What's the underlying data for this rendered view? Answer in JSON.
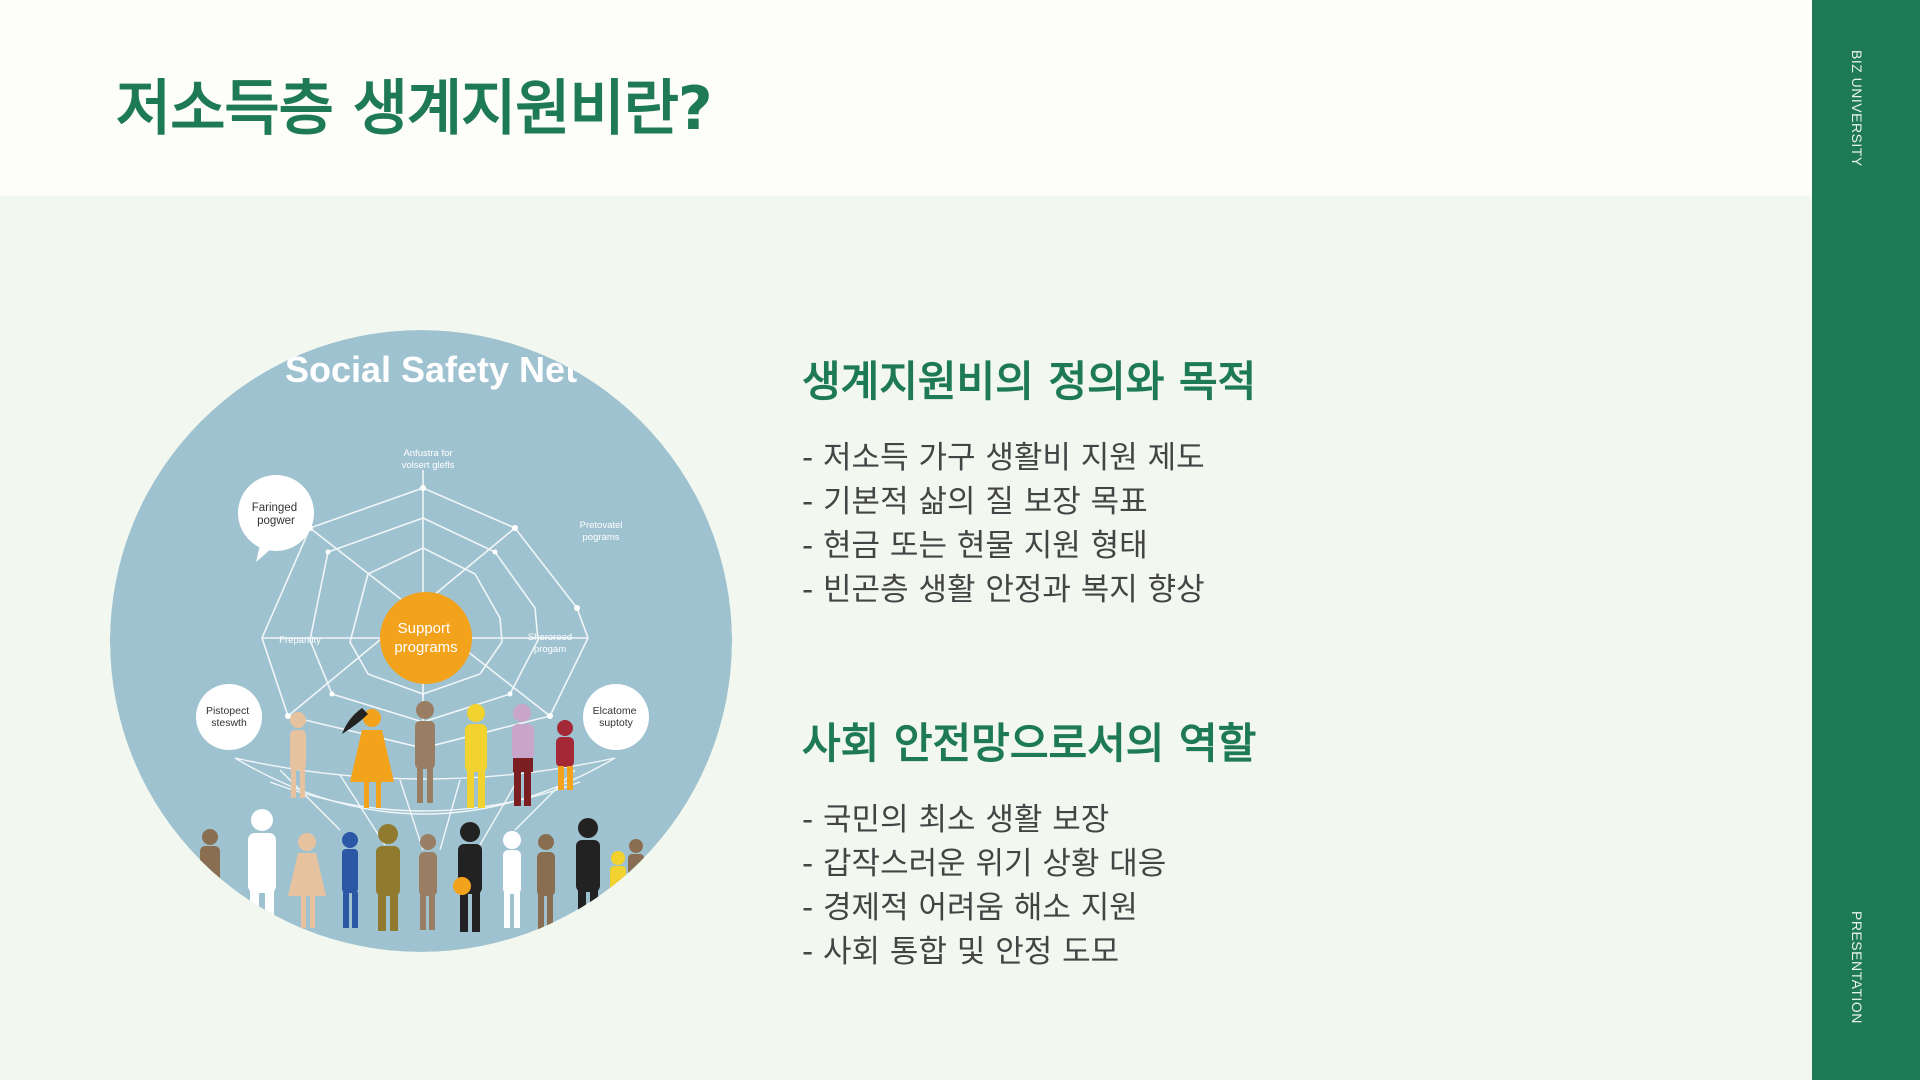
{
  "header": {
    "title": "저소득층 생계지원비란?"
  },
  "sidebar": {
    "top_label": "BIZ UNIVERSITY",
    "bottom_label": "PRESENTATION"
  },
  "illustration": {
    "title": "Social Safety Net",
    "center_label": [
      "Support",
      "programs"
    ],
    "bubbles": [
      [
        "Faringed",
        "pogwer"
      ],
      [
        "Pistopect",
        "steswth"
      ],
      [
        "Elcatome",
        "suptoty"
      ]
    ],
    "web_labels": {
      "top": [
        "Anfustra for",
        "volsert glefls"
      ],
      "top_right": [
        "Pretovatel",
        "pograms"
      ],
      "left": [
        "Freparility"
      ],
      "right": [
        "Sheroreed",
        "progam"
      ]
    },
    "colors": {
      "background": "#9fc2d0",
      "center": "#f3a21b",
      "web": "#ffffff"
    }
  },
  "sections": [
    {
      "heading": "생계지원비의 정의와 목적",
      "items": [
        "- 저소득 가구 생활비 지원 제도",
        "- 기본적 삶의 질 보장 목표",
        "- 현금 또는 현물 지원 형태",
        "- 빈곤층 생활 안정과 복지 향상"
      ]
    },
    {
      "heading": "사회 안전망으로서의 역할",
      "items": [
        "- 국민의 최소 생활 보장",
        "- 갑작스러운 위기 상황 대응",
        "- 경제적 어려움 해소 지원",
        "- 사회 통합 및 안정 도모"
      ]
    }
  ],
  "colors": {
    "accent": "#1e7a55",
    "header_bg": "#fdfdf9",
    "page_bg": "#f2f7ef",
    "body_text": "#444444"
  }
}
